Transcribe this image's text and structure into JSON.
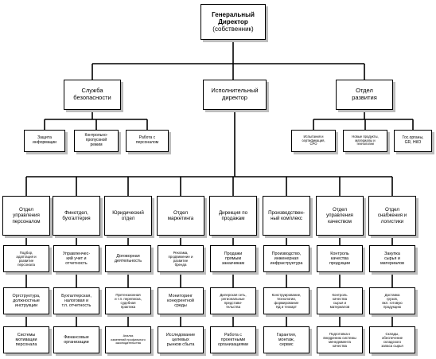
{
  "root": {
    "title": "Генеральный\nДиректор",
    "subtitle": "(собственник)"
  },
  "level2": {
    "security": "Служба\nбезопасности",
    "executive": "Исполнительный\nдиректор",
    "development": "Отдел\nразвития"
  },
  "security_units": [
    "Защита\nинформации",
    "Контрольно-\nпропускной\nрежим",
    "Работа с\nперсоналом"
  ],
  "development_units": [
    "Испытания и\nсертификация,\nСРО",
    "Новые продукты,\nматериалы и\nтехнологии",
    "Гос.органы,\nGR, НКО"
  ],
  "departments": [
    {
      "name": "Отдел\nуправления\nперсоналом",
      "functions": [
        "Подбор,\nадаптация и\nразвитие\nперсонала",
        "Оргструктура,\nдолжностные\nинструкции",
        "Системы\nмотивации\nперсонала"
      ]
    },
    {
      "name": "Финотдел,\nбухгалтерия",
      "functions": [
        "Управленчес-\nкий учет и\nотчетность",
        "Бухгалтерская,\nналоговая и\nт.п. отчетность",
        "Финансовые\nорганизации"
      ]
    },
    {
      "name": "Юридический\nотдел",
      "functions": [
        "Договорная\nдеятельность",
        "Претензионная\nи т.п. переписка,\nсудебная\nпрактика",
        "Анализ\nизменений профильного\nзаконодательства"
      ]
    },
    {
      "name": "Отдел\nмаркетинга",
      "functions": [
        "Реклама,\nпродвижение и\nразвитие\nбренда",
        "Мониторинг\nконкурентной\nсреды",
        "Исследование\nцелевых\nрынков сбыта"
      ]
    },
    {
      "name": "Дирекция по\nпродажам",
      "functions": [
        "Продажи\nпрямым\nзаказчикам",
        "Дилерская сеть,\nрегиональные\nпредстави-\nтельства",
        "Работа с\nпроектными\nорганизациями"
      ]
    },
    {
      "name": "Производствен-\nный комплекс",
      "functions": [
        "Производство,\nинженерная\nинфраструктура",
        "Конструирование,\nтехнологии,\nформирование\nКД и техкарт",
        "Гарантия,\nмонтаж,\nсервис"
      ]
    },
    {
      "name": "Отдел\nуправления\nкачеством",
      "functions": [
        "Контроль\nкачества\nпродукции",
        "Контроль\nкачества\nсырья и\nматериалов",
        "Подготовка к\nвнедрению системы\nменеджмента\nкачества"
      ]
    },
    {
      "name": "Отдел\nснабжения и\nлогистики",
      "functions": [
        "Закупка\nсырья и\nматериалов",
        "Доставка\nгрузов,\nвкл. готовую\nпродукцию",
        "Склады,\nобеспечение\nскладского\nзапаса сырья"
      ]
    }
  ]
}
